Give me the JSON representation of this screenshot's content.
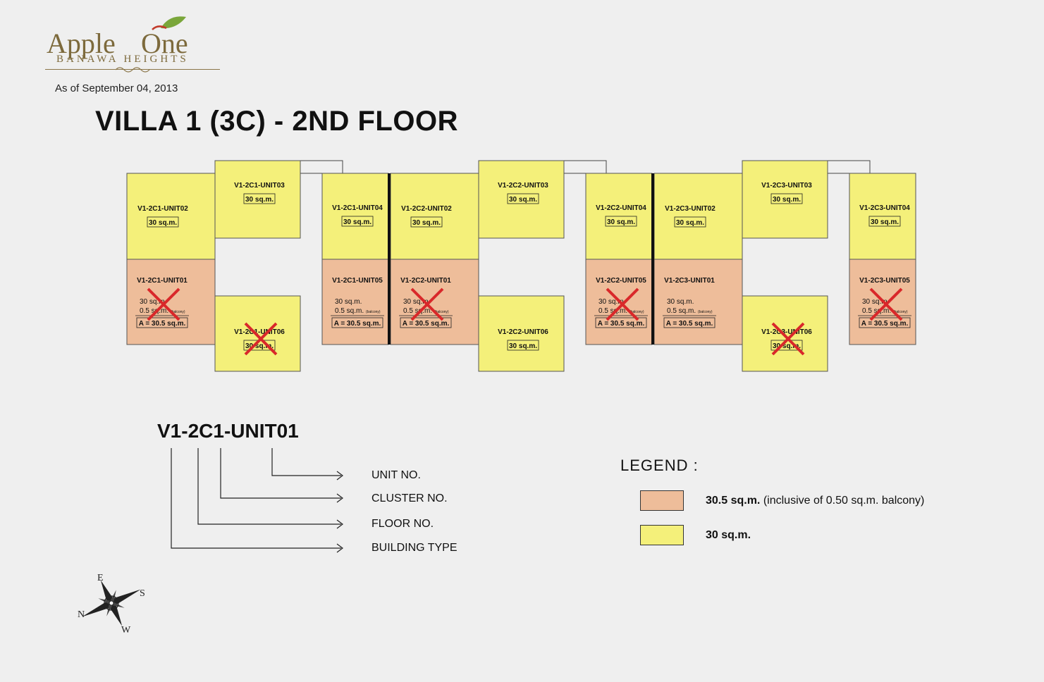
{
  "logo": {
    "brand_left": "Apple",
    "brand_right": "One",
    "subtitle": "BANAWA HEIGHTS"
  },
  "date_text": "As of September 04, 2013",
  "title": "VILLA 1 (3C) - 2ND FLOOR",
  "colors": {
    "balcony_unit": "#eebd9a",
    "standard_unit": "#f4f07a",
    "sold_mark": "#d9282a",
    "background": "#efefef"
  },
  "units": [
    {
      "id": "V1-2C1-UNIT01",
      "area": "30 sq.m.",
      "balcony": "0.5 sq.m.",
      "balcony_note": "(balcony)",
      "total": "A = 30.5 sq.m.",
      "type": "balcony",
      "sold": true
    },
    {
      "id": "V1-2C1-UNIT02",
      "area": "30 sq.m.",
      "type": "standard",
      "sold": false
    },
    {
      "id": "V1-2C1-UNIT03",
      "area": "30 sq.m.",
      "type": "standard",
      "sold": false
    },
    {
      "id": "V1-2C1-UNIT04",
      "area": "30 sq.m.",
      "type": "standard",
      "sold": false
    },
    {
      "id": "V1-2C1-UNIT05",
      "area": "30 sq.m.",
      "balcony": "0.5 sq.m.",
      "balcony_note": "(balcony)",
      "total": "A = 30.5 sq.m.",
      "type": "balcony",
      "sold": false
    },
    {
      "id": "V1-2C1-UNIT06",
      "area": "30 sq.m.",
      "type": "standard",
      "sold": true
    },
    {
      "id": "V1-2C2-UNIT01",
      "area": "30 sq.m.",
      "balcony": "0.5 sq.m.",
      "balcony_note": "(balcony)",
      "total": "A = 30.5 sq.m.",
      "type": "balcony",
      "sold": true
    },
    {
      "id": "V1-2C2-UNIT02",
      "area": "30 sq.m.",
      "type": "standard",
      "sold": false
    },
    {
      "id": "V1-2C2-UNIT03",
      "area": "30 sq.m.",
      "type": "standard",
      "sold": false
    },
    {
      "id": "V1-2C2-UNIT04",
      "area": "30 sq.m.",
      "type": "standard",
      "sold": false
    },
    {
      "id": "V1-2C2-UNIT05",
      "area": "30 sq.m.",
      "balcony": "0.5 sq.m.",
      "balcony_note": "(balcony)",
      "total": "A = 30.5 sq.m.",
      "type": "balcony",
      "sold": true
    },
    {
      "id": "V1-2C2-UNIT06",
      "area": "30 sq.m.",
      "type": "standard",
      "sold": false
    },
    {
      "id": "V1-2C3-UNIT01",
      "area": "30 sq.m.",
      "balcony": "0.5 sq.m.",
      "balcony_note": "(balcony)",
      "total": "A = 30.5 sq.m.",
      "type": "balcony",
      "sold": false
    },
    {
      "id": "V1-2C3-UNIT02",
      "area": "30 sq.m.",
      "type": "standard",
      "sold": false
    },
    {
      "id": "V1-2C3-UNIT03",
      "area": "30 sq.m.",
      "type": "standard",
      "sold": false
    },
    {
      "id": "V1-2C3-UNIT04",
      "area": "30 sq.m.",
      "type": "standard",
      "sold": false
    },
    {
      "id": "V1-2C3-UNIT05",
      "area": "30 sq.m.",
      "balcony": "0.5 sq.m.",
      "balcony_note": "(balcony)",
      "total": "A = 30.5 sq.m.",
      "type": "balcony",
      "sold": true
    },
    {
      "id": "V1-2C3-UNIT06",
      "area": "30 sq.m.",
      "type": "standard",
      "sold": true
    }
  ],
  "code_key": {
    "example": "V1-2C1-UNIT01",
    "labels": [
      "UNIT NO.",
      "CLUSTER NO.",
      "FLOOR NO.",
      "BUILDING TYPE"
    ]
  },
  "legend": {
    "title": "LEGEND :",
    "items": [
      {
        "bold": "30.5 sq.m.",
        "note": "(inclusive of 0.50 sq.m. balcony)",
        "type": "balcony"
      },
      {
        "bold": "30 sq.m.",
        "note": "",
        "type": "standard"
      }
    ]
  },
  "compass": {
    "n": "N",
    "e": "E",
    "s": "S",
    "w": "W"
  }
}
